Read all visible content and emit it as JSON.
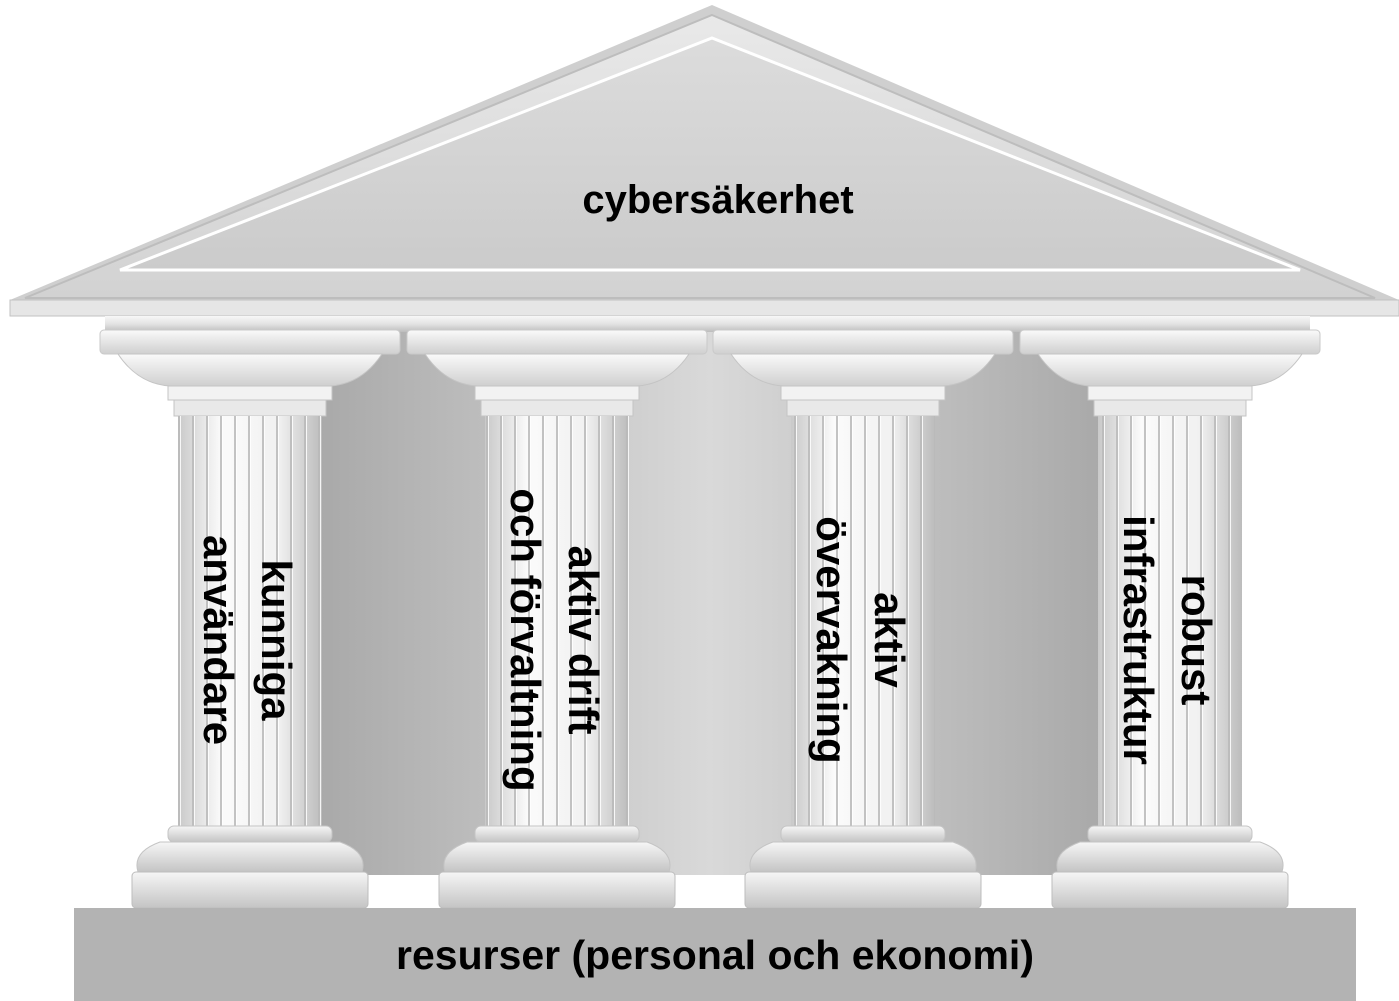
{
  "roof": {
    "label": "cybersäkerhet"
  },
  "pillars": [
    {
      "line1": "kunniga",
      "line2": "användare"
    },
    {
      "line1": "aktiv drift",
      "line2": "och förvaltning"
    },
    {
      "line1": "aktiv",
      "line2": "övervakning"
    },
    {
      "line1": "robust",
      "line2": "infrastruktur"
    }
  ],
  "base": {
    "label": "resurser (personal och ekonomi)"
  },
  "colors": {
    "background": "#ffffff",
    "base_fill": "#b3b3b3",
    "stone_light": "#f4f4f4",
    "stone_mid": "#d6d6d6",
    "stone_dark": "#9a9a9a",
    "text": "#000000"
  }
}
